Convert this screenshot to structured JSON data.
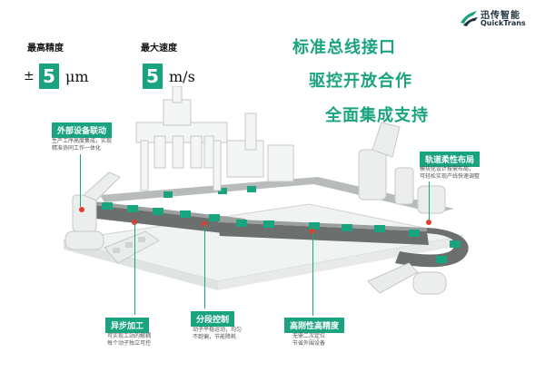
{
  "brand": {
    "name_cn": "迅传智能",
    "name_en": "QuickTrans"
  },
  "specs": [
    {
      "label": "最高精度",
      "prefix": "±",
      "value": "5",
      "unit": "μm"
    },
    {
      "label": "最大速度",
      "prefix": "",
      "value": "5",
      "unit": "m/s"
    }
  ],
  "slogans": [
    "标准总线接口",
    "驱控开放合作",
    "全面集成支持"
  ],
  "callouts": {
    "external": {
      "title": "外部设备联动",
      "desc": [
        "生产工序高度集成，实现",
        "精准协同工作一体化"
      ]
    },
    "track": {
      "title": "轨道柔性布局",
      "desc": [
        "模块化设计按需布局，",
        "可轻松实现产线快速调整"
      ]
    },
    "async": {
      "title": "异步加工",
      "desc": [
        "可实现工站的解耦",
        "每个动子独立可控"
      ]
    },
    "segment": {
      "title": "分段控制",
      "desc": [
        "动子平稳运动，均匀",
        "不跑偏，节能降耗"
      ]
    },
    "rigid": {
      "title": "高刚性高精度",
      "desc": [
        "无需二次定位",
        "节省外围设备"
      ]
    }
  },
  "colors": {
    "accent": "#1aa37f",
    "marker": "#e8392c",
    "text": "#111111"
  }
}
